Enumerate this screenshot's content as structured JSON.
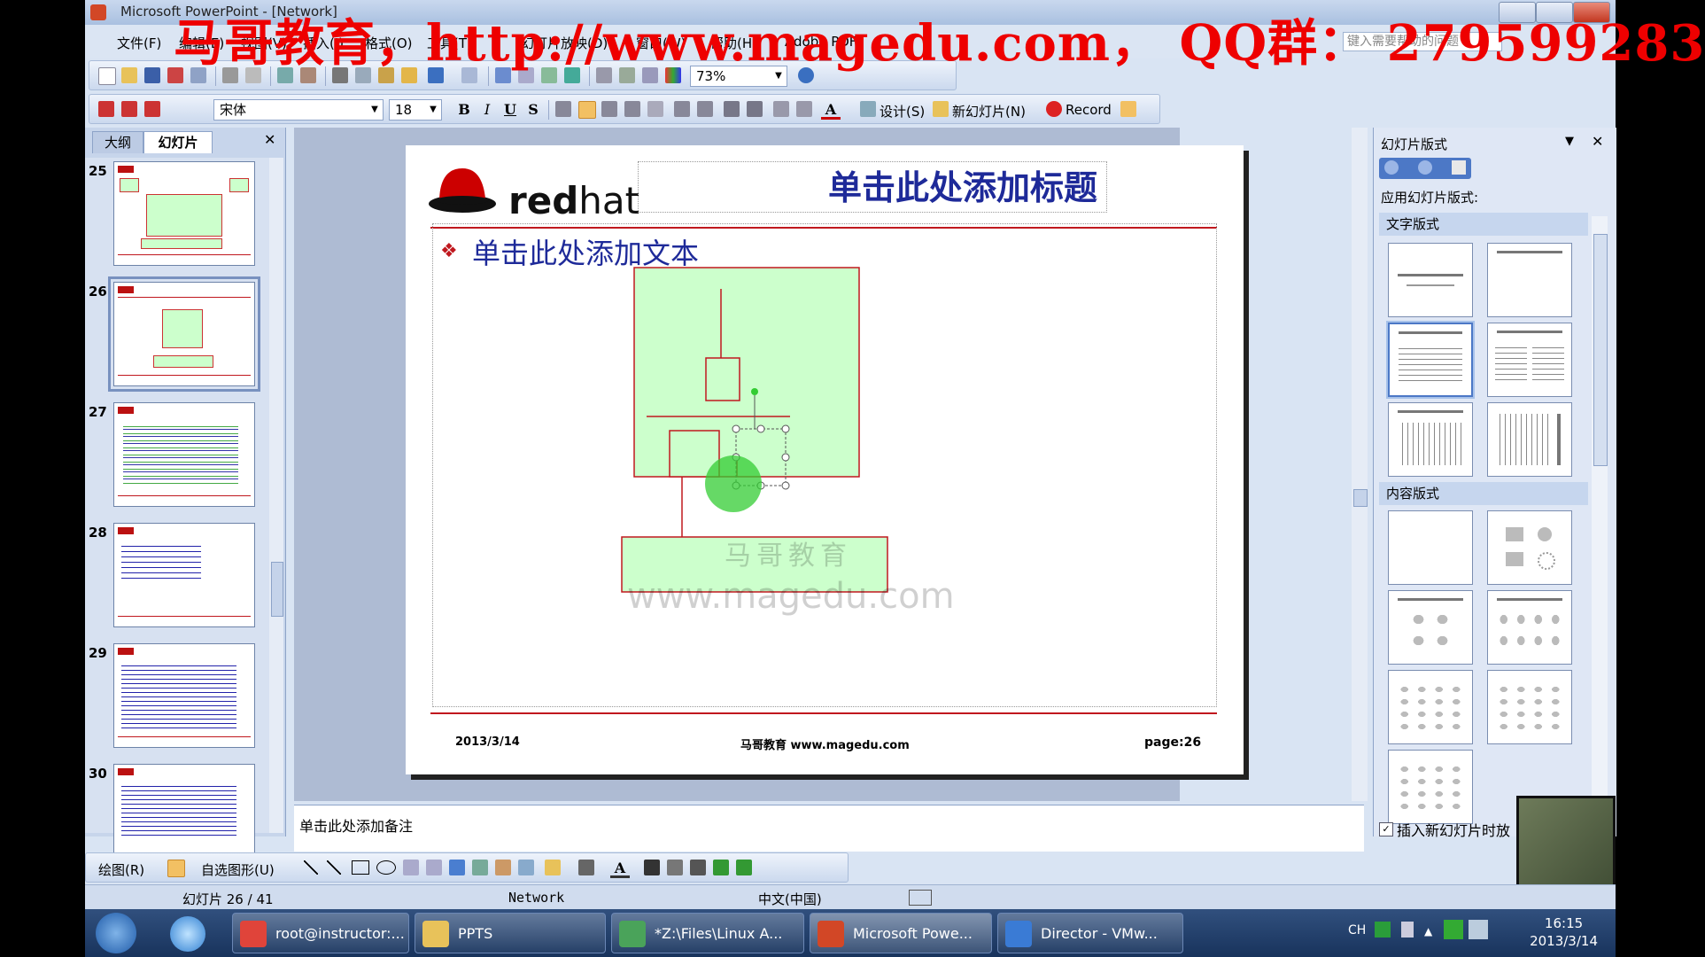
{
  "window": {
    "title": "Microsoft PowerPoint - [Network]"
  },
  "banner": {
    "text": "马哥教育，http://www.magedu.com， QQ群： 279599283",
    "color": "#ee0000"
  },
  "menu": {
    "items": [
      "文件(F)",
      "编辑(E)",
      "视图(V)",
      "插入(I)",
      "格式(O)",
      "工具(T)",
      "幻灯片放映(D)",
      "窗口(W)",
      "帮助(H)",
      "Adobe PDF"
    ],
    "help_placeholder": "键入需要帮助的问题"
  },
  "toolbar1": {
    "zoom": "73%"
  },
  "toolbar2": {
    "font": "宋体",
    "size": "18",
    "bold": "B",
    "italic": "I",
    "underline": "U",
    "shadow": "S",
    "design_label": "设计(S)",
    "new_slide_label": "新幻灯片(N)",
    "record_label": "Record"
  },
  "left_panel": {
    "tabs": [
      "大纲",
      "幻灯片"
    ],
    "active_tab": "幻灯片",
    "thumbnails": [
      {
        "num": "25"
      },
      {
        "num": "26",
        "selected": true
      },
      {
        "num": "27"
      },
      {
        "num": "28"
      },
      {
        "num": "29"
      },
      {
        "num": "30"
      }
    ]
  },
  "slide": {
    "logo_text_red": "red",
    "logo_text_hat": "hat",
    "title": "单击此处添加标题",
    "body": "单击此处添加文本",
    "footer_date": "2013/3/14",
    "footer_center": "马哥教育 www.magedu.com",
    "footer_page": "page:26",
    "watermark_cn": "马哥教育",
    "watermark_url": "www.magedu.com",
    "accent_red": "#c0181e",
    "shape_fill": "#ccffcc"
  },
  "notes": {
    "placeholder": "单击此处添加备注"
  },
  "task_pane": {
    "title": "幻灯片版式",
    "apply_label": "应用幻灯片版式:",
    "section_text": "文字版式",
    "section_content": "内容版式",
    "insert_checkbox": "插入新幻灯片时放"
  },
  "draw_toolbar": {
    "draw_label": "绘图(R)",
    "autoshape_label": "自选图形(U)"
  },
  "status": {
    "slide_count": "幻灯片 26 / 41",
    "template": "Network",
    "language": "中文(中国)"
  },
  "taskbar": {
    "buttons": [
      {
        "label": "root@instructor:...",
        "color": "#e0443a"
      },
      {
        "label": "PPTS",
        "color": "#e8c25a"
      },
      {
        "label": "*Z:\\Files\\Linux A...",
        "color": "#4aa35a"
      },
      {
        "label": "Microsoft Powe...",
        "color": "#d24726"
      },
      {
        "label": "Director - VMw...",
        "color": "#3a7bd5"
      }
    ],
    "lang": "CH",
    "time": "16:15",
    "date": "2013/3/14"
  }
}
